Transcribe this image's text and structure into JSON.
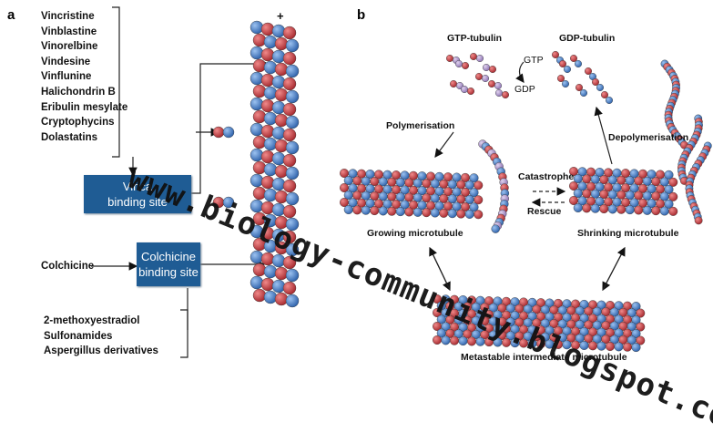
{
  "panel_a": {
    "letter": "a",
    "vinca_drugs": [
      "Vincristine",
      "Vinblastine",
      "Vinorelbine",
      "Vindesine",
      "Vinflunine",
      "Halichondrin B",
      "Eribulin mesylate",
      "Cryptophycins",
      "Dolastatins"
    ],
    "vinca_site": [
      "Vinca",
      "binding site"
    ],
    "colchicine_label": "Colchicine",
    "colchicine_site": [
      "Colchicine",
      "binding site"
    ],
    "other_drugs": [
      "2-methoxyestradiol",
      "Sulfonamides",
      "Aspergillus derivatives"
    ],
    "plus_end": "+"
  },
  "panel_b": {
    "letter": "b",
    "gtp_tubulin": "GTP-tubulin",
    "gdp_tubulin": "GDP-tubulin",
    "gtp": "GTP",
    "gdp": "GDP",
    "polymerisation": "Polymerisation",
    "depolymerisation": "Depolymerisation",
    "catastrophe": "Catastrophe",
    "rescue": "Rescue",
    "growing": "Growing microtubule",
    "shrinking": "Shrinking microtubule",
    "metastable": "Metastable intermediate microtubule"
  },
  "watermark": "www.biology-community.blogspot.com",
  "colors": {
    "alpha_tubulin": "#c0393f",
    "beta_tubulin": "#3f78c2",
    "gtp_light": "#a88fc6",
    "box": "#1f5c94"
  }
}
